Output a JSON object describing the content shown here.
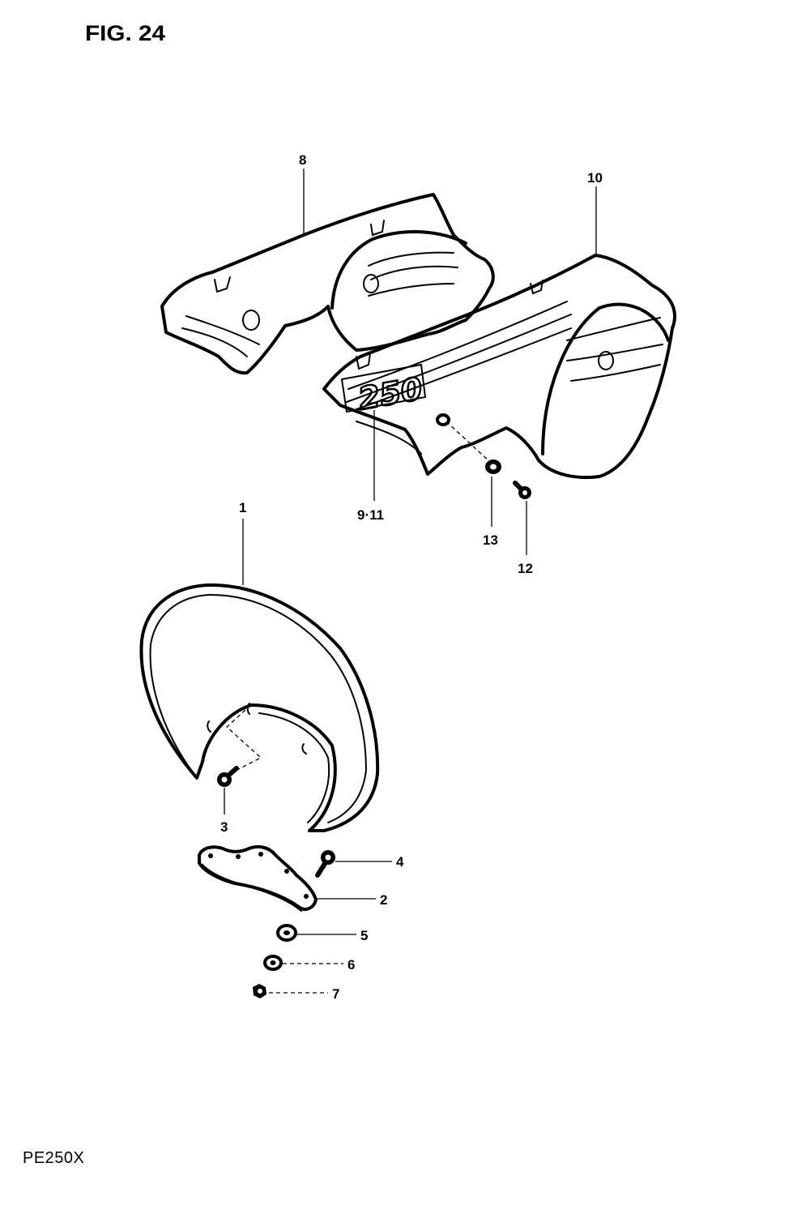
{
  "figure": {
    "title": "FIG. 24",
    "model_code": "PE250X"
  },
  "emblem_text": "250",
  "callouts": {
    "c1": "1",
    "c2": "2",
    "c3": "3",
    "c4": "4",
    "c5": "5",
    "c6": "6",
    "c7": "7",
    "c8": "8",
    "c9_11": "9·11",
    "c10": "10",
    "c12": "12",
    "c13": "13"
  }
}
